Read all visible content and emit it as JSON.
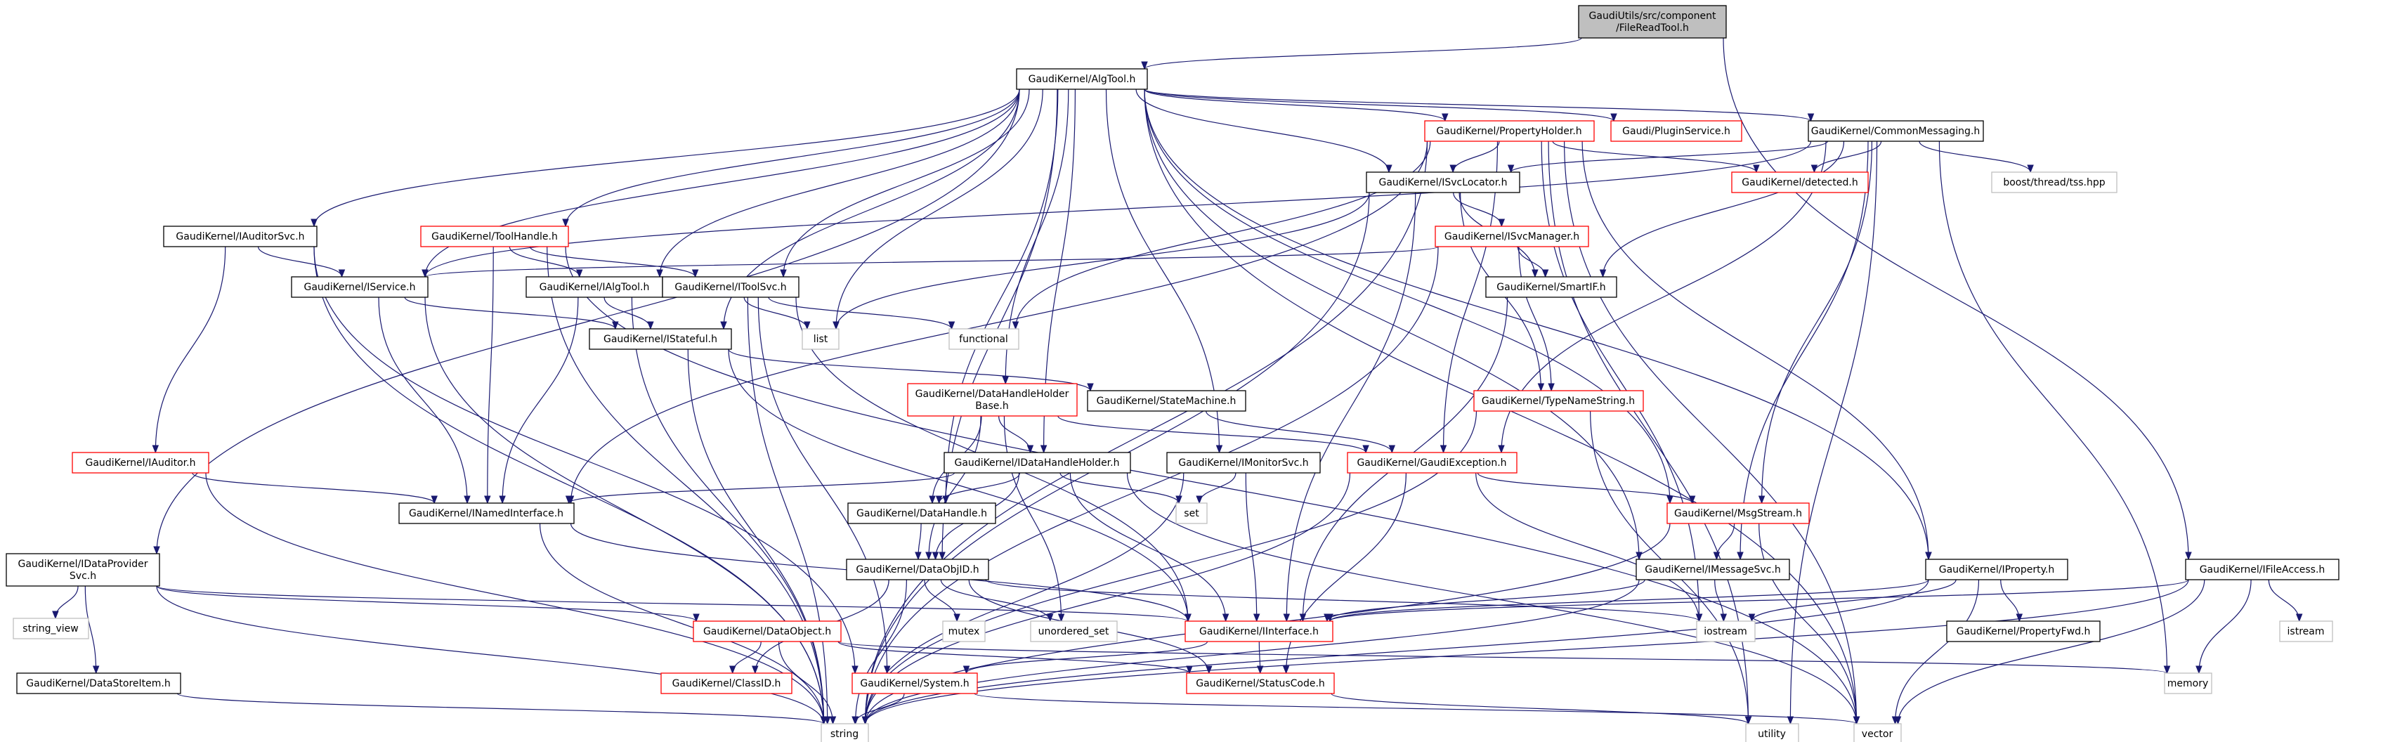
{
  "graph": {
    "title": "GaudiUtils/src/component/FileReadTool.h",
    "colors": {
      "root_fill": "#bfbfbf",
      "node_stroke_black": "#000000",
      "node_stroke_red": "#ff0000",
      "node_stroke_gray": "#bfbfbf",
      "edge": "#191970"
    },
    "nodes": [
      {
        "id": "root",
        "lines": [
          "GaudiUtils/src/component",
          "/FileReadTool.h"
        ],
        "style": "root"
      },
      {
        "id": "algtool",
        "lines": [
          "GaudiKernel/AlgTool.h"
        ],
        "style": "black"
      },
      {
        "id": "ifileaccess",
        "lines": [
          "GaudiKernel/IFileAccess.h"
        ],
        "style": "black"
      },
      {
        "id": "propertyholder",
        "lines": [
          "GaudiKernel/PropertyHolder.h"
        ],
        "style": "red"
      },
      {
        "id": "ipluginservice",
        "lines": [
          "Gaudi/PluginService.h"
        ],
        "style": "red"
      },
      {
        "id": "commonmessaging",
        "lines": [
          "GaudiKernel/CommonMessaging.h"
        ],
        "style": "black"
      },
      {
        "id": "isvclocator",
        "lines": [
          "GaudiKernel/ISvcLocator.h"
        ],
        "style": "black"
      },
      {
        "id": "detected",
        "lines": [
          "GaudiKernel/detected.h"
        ],
        "style": "red"
      },
      {
        "id": "boostthread",
        "lines": [
          "boost/thread/tss.hpp"
        ],
        "style": "gray"
      },
      {
        "id": "iauditorsvc",
        "lines": [
          "GaudiKernel/IAuditorSvc.h"
        ],
        "style": "black"
      },
      {
        "id": "toolhandle",
        "lines": [
          "GaudiKernel/ToolHandle.h"
        ],
        "style": "red"
      },
      {
        "id": "isvcmanager",
        "lines": [
          "GaudiKernel/ISvcManager.h"
        ],
        "style": "red"
      },
      {
        "id": "iservice",
        "lines": [
          "GaudiKernel/IService.h"
        ],
        "style": "black"
      },
      {
        "id": "ialgtool",
        "lines": [
          "GaudiKernel/IAlgTool.h"
        ],
        "style": "black"
      },
      {
        "id": "itoolsvc",
        "lines": [
          "GaudiKernel/IToolSvc.h"
        ],
        "style": "black"
      },
      {
        "id": "smartif",
        "lines": [
          "GaudiKernel/SmartIF.h"
        ],
        "style": "black"
      },
      {
        "id": "list",
        "lines": [
          "list"
        ],
        "style": "gray"
      },
      {
        "id": "functional",
        "lines": [
          "functional"
        ],
        "style": "gray"
      },
      {
        "id": "istateful",
        "lines": [
          "GaudiKernel/IStateful.h"
        ],
        "style": "black"
      },
      {
        "id": "statemachine",
        "lines": [
          "GaudiKernel/StateMachine.h"
        ],
        "style": "black"
      },
      {
        "id": "datahandleholderbase",
        "lines": [
          "GaudiKernel/DataHandleHolder",
          "Base.h"
        ],
        "style": "red"
      },
      {
        "id": "typenamestring",
        "lines": [
          "GaudiKernel/TypeNameString.h"
        ],
        "style": "red"
      },
      {
        "id": "iauditor",
        "lines": [
          "GaudiKernel/IAuditor.h"
        ],
        "style": "red"
      },
      {
        "id": "idatahandleholder",
        "lines": [
          "GaudiKernel/IDataHandleHolder.h"
        ],
        "style": "black"
      },
      {
        "id": "imonitorsvc",
        "lines": [
          "GaudiKernel/IMonitorSvc.h"
        ],
        "style": "black"
      },
      {
        "id": "gaudiexception",
        "lines": [
          "GaudiKernel/GaudiException.h"
        ],
        "style": "red"
      },
      {
        "id": "inamedinterface",
        "lines": [
          "GaudiKernel/INamedInterface.h"
        ],
        "style": "black"
      },
      {
        "id": "datahandle",
        "lines": [
          "GaudiKernel/DataHandle.h"
        ],
        "style": "black"
      },
      {
        "id": "set",
        "lines": [
          "set"
        ],
        "style": "gray"
      },
      {
        "id": "msgstream",
        "lines": [
          "GaudiKernel/MsgStream.h"
        ],
        "style": "red"
      },
      {
        "id": "idataprovidersvc",
        "lines": [
          "GaudiKernel/IDataProvider",
          "Svc.h"
        ],
        "style": "black"
      },
      {
        "id": "dataobjid",
        "lines": [
          "GaudiKernel/DataObjID.h"
        ],
        "style": "black"
      },
      {
        "id": "imessagesvc",
        "lines": [
          "GaudiKernel/IMessageSvc.h"
        ],
        "style": "black"
      },
      {
        "id": "iproperty",
        "lines": [
          "GaudiKernel/IProperty.h"
        ],
        "style": "black"
      },
      {
        "id": "string_view",
        "lines": [
          "string_view"
        ],
        "style": "gray"
      },
      {
        "id": "dataobject",
        "lines": [
          "GaudiKernel/DataObject.h"
        ],
        "style": "red"
      },
      {
        "id": "mutex",
        "lines": [
          "mutex"
        ],
        "style": "gray"
      },
      {
        "id": "unordered_set",
        "lines": [
          "unordered_set"
        ],
        "style": "gray"
      },
      {
        "id": "iinterface",
        "lines": [
          "GaudiKernel/IInterface.h"
        ],
        "style": "red"
      },
      {
        "id": "iostream",
        "lines": [
          "iostream"
        ],
        "style": "gray"
      },
      {
        "id": "propertyfwd",
        "lines": [
          "GaudiKernel/PropertyFwd.h"
        ],
        "style": "black"
      },
      {
        "id": "istream",
        "lines": [
          "istream"
        ],
        "style": "gray"
      },
      {
        "id": "memory",
        "lines": [
          "memory"
        ],
        "style": "gray"
      },
      {
        "id": "datastoreitem",
        "lines": [
          "GaudiKernel/DataStoreItem.h"
        ],
        "style": "black"
      },
      {
        "id": "classid",
        "lines": [
          "GaudiKernel/ClassID.h"
        ],
        "style": "red"
      },
      {
        "id": "system",
        "lines": [
          "GaudiKernel/System.h"
        ],
        "style": "red"
      },
      {
        "id": "statuscode",
        "lines": [
          "GaudiKernel/StatusCode.h"
        ],
        "style": "red"
      },
      {
        "id": "string",
        "lines": [
          "string"
        ],
        "style": "gray"
      },
      {
        "id": "utility",
        "lines": [
          "utility"
        ],
        "style": "gray"
      },
      {
        "id": "vector",
        "lines": [
          "vector"
        ],
        "style": "gray"
      }
    ],
    "edges": [
      [
        "root",
        "algtool"
      ],
      [
        "root",
        "ifileaccess"
      ],
      [
        "algtool",
        "propertyholder"
      ],
      [
        "algtool",
        "ipluginservice"
      ],
      [
        "algtool",
        "commonmessaging"
      ],
      [
        "algtool",
        "isvclocator"
      ],
      [
        "algtool",
        "iauditorsvc"
      ],
      [
        "algtool",
        "toolhandle"
      ],
      [
        "algtool",
        "iservice"
      ],
      [
        "algtool",
        "ialgtool"
      ],
      [
        "algtool",
        "itoolsvc"
      ],
      [
        "algtool",
        "list"
      ],
      [
        "algtool",
        "istateful"
      ],
      [
        "algtool",
        "datahandleholderbase"
      ],
      [
        "algtool",
        "idatahandleholder"
      ],
      [
        "algtool",
        "imonitorsvc"
      ],
      [
        "algtool",
        "datahandle"
      ],
      [
        "algtool",
        "msgstream"
      ],
      [
        "algtool",
        "idataprovidersvc"
      ],
      [
        "algtool",
        "dataobjid"
      ],
      [
        "algtool",
        "imessagesvc"
      ],
      [
        "algtool",
        "iproperty"
      ],
      [
        "algtool",
        "vector"
      ],
      [
        "propertyholder",
        "isvclocator"
      ],
      [
        "propertyholder",
        "detected"
      ],
      [
        "propertyholder",
        "iproperty"
      ],
      [
        "propertyholder",
        "functional"
      ],
      [
        "propertyholder",
        "inamedinterface"
      ],
      [
        "propertyholder",
        "iostream"
      ],
      [
        "propertyholder",
        "string"
      ],
      [
        "propertyholder",
        "utility"
      ],
      [
        "propertyholder",
        "vector"
      ],
      [
        "propertyholder",
        "gaudiexception"
      ],
      [
        "commonmessaging",
        "isvclocator"
      ],
      [
        "commonmessaging",
        "detected"
      ],
      [
        "commonmessaging",
        "boostthread"
      ],
      [
        "commonmessaging",
        "smartif"
      ],
      [
        "commonmessaging",
        "gaudiexception"
      ],
      [
        "commonmessaging",
        "msgstream"
      ],
      [
        "commonmessaging",
        "imessagesvc"
      ],
      [
        "commonmessaging",
        "memory"
      ],
      [
        "commonmessaging",
        "utility"
      ],
      [
        "commonmessaging",
        "iservice"
      ],
      [
        "isvclocator",
        "isvcmanager"
      ],
      [
        "isvclocator",
        "smartif"
      ],
      [
        "isvclocator",
        "typenamestring"
      ],
      [
        "isvclocator",
        "iinterface"
      ],
      [
        "isvclocator",
        "list"
      ],
      [
        "isvclocator",
        "string"
      ],
      [
        "isvcmanager",
        "iservice"
      ],
      [
        "isvcmanager",
        "smartif"
      ],
      [
        "isvcmanager",
        "typenamestring"
      ],
      [
        "isvcmanager",
        "string"
      ],
      [
        "iauditorsvc",
        "iservice"
      ],
      [
        "iauditorsvc",
        "iauditor"
      ],
      [
        "iauditorsvc",
        "system"
      ],
      [
        "iauditorsvc",
        "string"
      ],
      [
        "toolhandle",
        "ialgtool"
      ],
      [
        "toolhandle",
        "itoolsvc"
      ],
      [
        "toolhandle",
        "inamedinterface"
      ],
      [
        "toolhandle",
        "string"
      ],
      [
        "toolhandle",
        "vector"
      ],
      [
        "iservice",
        "istateful"
      ],
      [
        "iservice",
        "inamedinterface"
      ],
      [
        "iservice",
        "string"
      ],
      [
        "ialgtool",
        "istateful"
      ],
      [
        "ialgtool",
        "inamedinterface"
      ],
      [
        "ialgtool",
        "string"
      ],
      [
        "itoolsvc",
        "list"
      ],
      [
        "itoolsvc",
        "functional"
      ],
      [
        "itoolsvc",
        "iinterface"
      ],
      [
        "itoolsvc",
        "system"
      ],
      [
        "itoolsvc",
        "string"
      ],
      [
        "smartif",
        "iinterface"
      ],
      [
        "istateful",
        "statemachine"
      ],
      [
        "istateful",
        "iinterface"
      ],
      [
        "istateful",
        "string"
      ],
      [
        "statemachine",
        "gaudiexception"
      ],
      [
        "datahandleholderbase",
        "idatahandleholder"
      ],
      [
        "datahandleholderbase",
        "datahandle"
      ],
      [
        "datahandleholderbase",
        "dataobjid"
      ],
      [
        "datahandleholderbase",
        "gaudiexception"
      ],
      [
        "datahandleholderbase",
        "unordered_set"
      ],
      [
        "typenamestring",
        "string"
      ],
      [
        "typenamestring",
        "utility"
      ],
      [
        "iauditor",
        "inamedinterface"
      ],
      [
        "iauditor",
        "string"
      ],
      [
        "idatahandleholder",
        "inamedinterface"
      ],
      [
        "idatahandleholder",
        "datahandle"
      ],
      [
        "idatahandleholder",
        "dataobjid"
      ],
      [
        "idatahandleholder",
        "set"
      ],
      [
        "idatahandleholder",
        "iinterface"
      ],
      [
        "idatahandleholder",
        "vector"
      ],
      [
        "imonitorsvc",
        "set"
      ],
      [
        "imonitorsvc",
        "iinterface"
      ],
      [
        "imonitorsvc",
        "string"
      ],
      [
        "gaudiexception",
        "msgstream"
      ],
      [
        "gaudiexception",
        "statuscode"
      ],
      [
        "gaudiexception",
        "iostream"
      ],
      [
        "gaudiexception",
        "string"
      ],
      [
        "inamedinterface",
        "iinterface"
      ],
      [
        "inamedinterface",
        "string"
      ],
      [
        "datahandle",
        "dataobjid"
      ],
      [
        "msgstream",
        "imessagesvc"
      ],
      [
        "msgstream",
        "string"
      ],
      [
        "msgstream",
        "vector"
      ],
      [
        "idataprovidersvc",
        "string_view"
      ],
      [
        "idataprovidersvc",
        "datastoreitem"
      ],
      [
        "idataprovidersvc",
        "dataobject"
      ],
      [
        "idataprovidersvc",
        "iinterface"
      ],
      [
        "idataprovidersvc",
        "string"
      ],
      [
        "dataobjid",
        "classid"
      ],
      [
        "dataobjid",
        "mutex"
      ],
      [
        "dataobjid",
        "unordered_set"
      ],
      [
        "dataobjid",
        "iostream"
      ],
      [
        "dataobjid",
        "statuscode"
      ],
      [
        "dataobjid",
        "string"
      ],
      [
        "imessagesvc",
        "iinterface"
      ],
      [
        "imessagesvc",
        "iostream"
      ],
      [
        "imessagesvc",
        "string"
      ],
      [
        "iproperty",
        "iinterface"
      ],
      [
        "iproperty",
        "propertyfwd"
      ],
      [
        "iproperty",
        "iostream"
      ],
      [
        "iproperty",
        "string"
      ],
      [
        "iproperty",
        "vector"
      ],
      [
        "dataobject",
        "classid"
      ],
      [
        "dataobject",
        "statuscode"
      ],
      [
        "dataobject",
        "memory"
      ],
      [
        "dataobject",
        "string"
      ],
      [
        "iinterface",
        "system"
      ],
      [
        "iinterface",
        "statuscode"
      ],
      [
        "system",
        "string"
      ],
      [
        "system",
        "vector"
      ],
      [
        "statuscode",
        "utility"
      ],
      [
        "datastoreitem",
        "string"
      ],
      [
        "ifileaccess",
        "iinterface"
      ],
      [
        "ifileaccess",
        "istream"
      ],
      [
        "ifileaccess",
        "memory"
      ],
      [
        "ifileaccess",
        "string"
      ],
      [
        "ifileaccess",
        "vector"
      ]
    ]
  }
}
